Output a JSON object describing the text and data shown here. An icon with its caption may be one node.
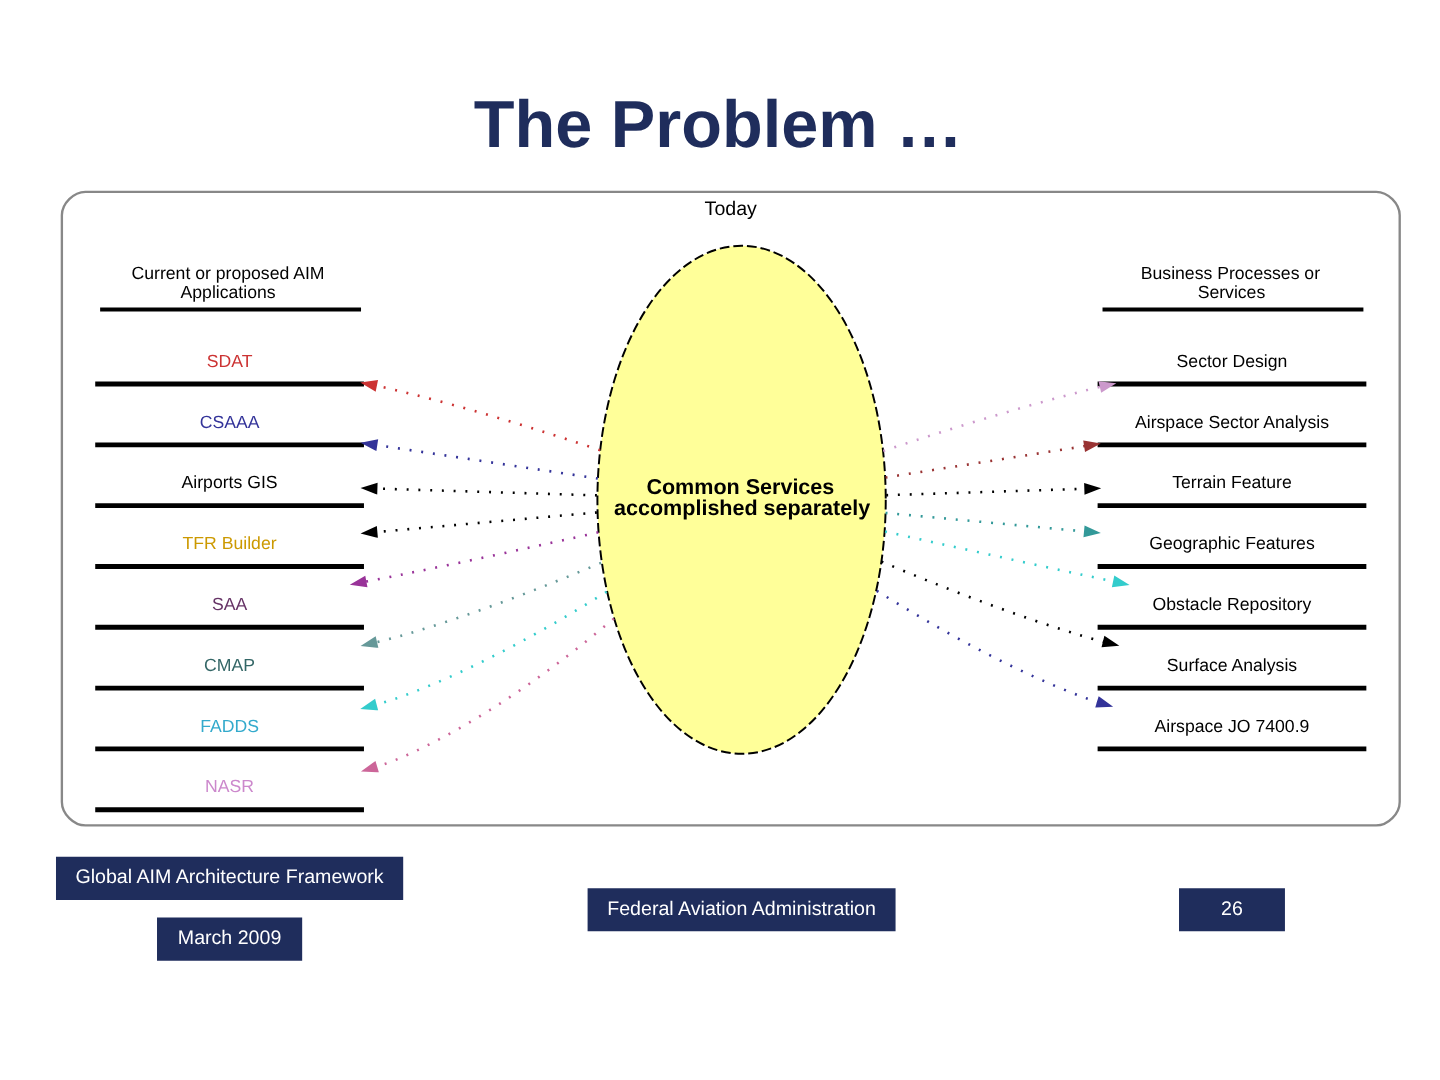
{
  "diagram": {
    "title": "The Problem …",
    "nodes": [
      {
        "text": [
          "Today"
        ]
      },
      {
        "text": [
          "Common Services accomplished separately"
        ],
        "in": 0
      },
      {
        "text": [
          "SDAT"
        ],
        "in": 0
      },
      {
        "text": [
          "CSAAA"
        ],
        "in": 0
      },
      {
        "text": [
          "Airports GIS"
        ],
        "in": 0
      },
      {
        "text": [
          "TFR Builder"
        ],
        "in": 0
      },
      {
        "text": [
          "SAA"
        ],
        "in": 0
      },
      {
        "text": [
          "CMAP"
        ],
        "in": 0
      },
      {
        "text": [
          "FADDS"
        ],
        "in": 0
      },
      {
        "text": [
          "NASR"
        ],
        "in": 0
      },
      {
        "text": [
          "Sector Design"
        ],
        "in": 0
      },
      {
        "text": [
          "Airspace Sector Analysis"
        ],
        "in": 0
      },
      {
        "text": [
          "Terrain Feature"
        ],
        "in": 0
      },
      {
        "text": [
          "Geographic Features"
        ],
        "in": 0
      },
      {
        "text": [
          "Obstacle Repository"
        ],
        "in": 0
      },
      {
        "text": [
          "Surface Analysis"
        ],
        "in": 0
      },
      {
        "text": [
          "Airspace JO 7400.9"
        ],
        "in": 0
      }
    ],
    "edges": [
      {
        "from": 1,
        "to": 2,
        "arrow": "to",
        "style": "dashed",
        "color": "#cc3333"
      },
      {
        "from": 1,
        "to": 3,
        "arrow": "to",
        "style": "dashed",
        "color": "#333399"
      },
      {
        "from": 1,
        "to": 4,
        "arrow": "to",
        "style": "dashed"
      },
      {
        "from": 1,
        "to": 5,
        "arrow": "to",
        "style": "dashed"
      },
      {
        "from": 1,
        "to": 6,
        "arrow": "to",
        "style": "dashed",
        "color": "#993399"
      },
      {
        "from": 1,
        "to": 7,
        "arrow": "to",
        "style": "dashed",
        "color": "#669999"
      },
      {
        "from": 1,
        "to": 8,
        "arrow": "to",
        "style": "dashed",
        "color": "#33cccc"
      },
      {
        "from": 1,
        "to": 9,
        "arrow": "to",
        "style": "dashed",
        "color": "#cc6699"
      },
      {
        "from": 1,
        "to": 10,
        "arrow": "to",
        "style": "dashed",
        "color": "#cc99cc"
      },
      {
        "from": 1,
        "to": 11,
        "arrow": "to",
        "style": "dashed",
        "color": "#993333"
      },
      {
        "from": 1,
        "to": 12,
        "arrow": "to",
        "style": "dashed"
      },
      {
        "from": 1,
        "to": 13,
        "arrow": "to",
        "style": "dashed",
        "color": "#339999"
      },
      {
        "from": 1,
        "to": 14,
        "arrow": "to",
        "style": "dashed",
        "color": "#33cccc"
      },
      {
        "from": 1,
        "to": 15,
        "arrow": "to",
        "style": "dashed"
      },
      {
        "from": 1,
        "to": 16,
        "arrow": "to",
        "style": "dashed",
        "color": "#333399"
      }
    ],
    "labels": [
      "Current or proposed AIM Applications",
      "Business Processes or Services",
      "Global AIM Architecture Framework",
      "March 2009",
      "Federal Aviation Administration",
      "26"
    ]
  }
}
